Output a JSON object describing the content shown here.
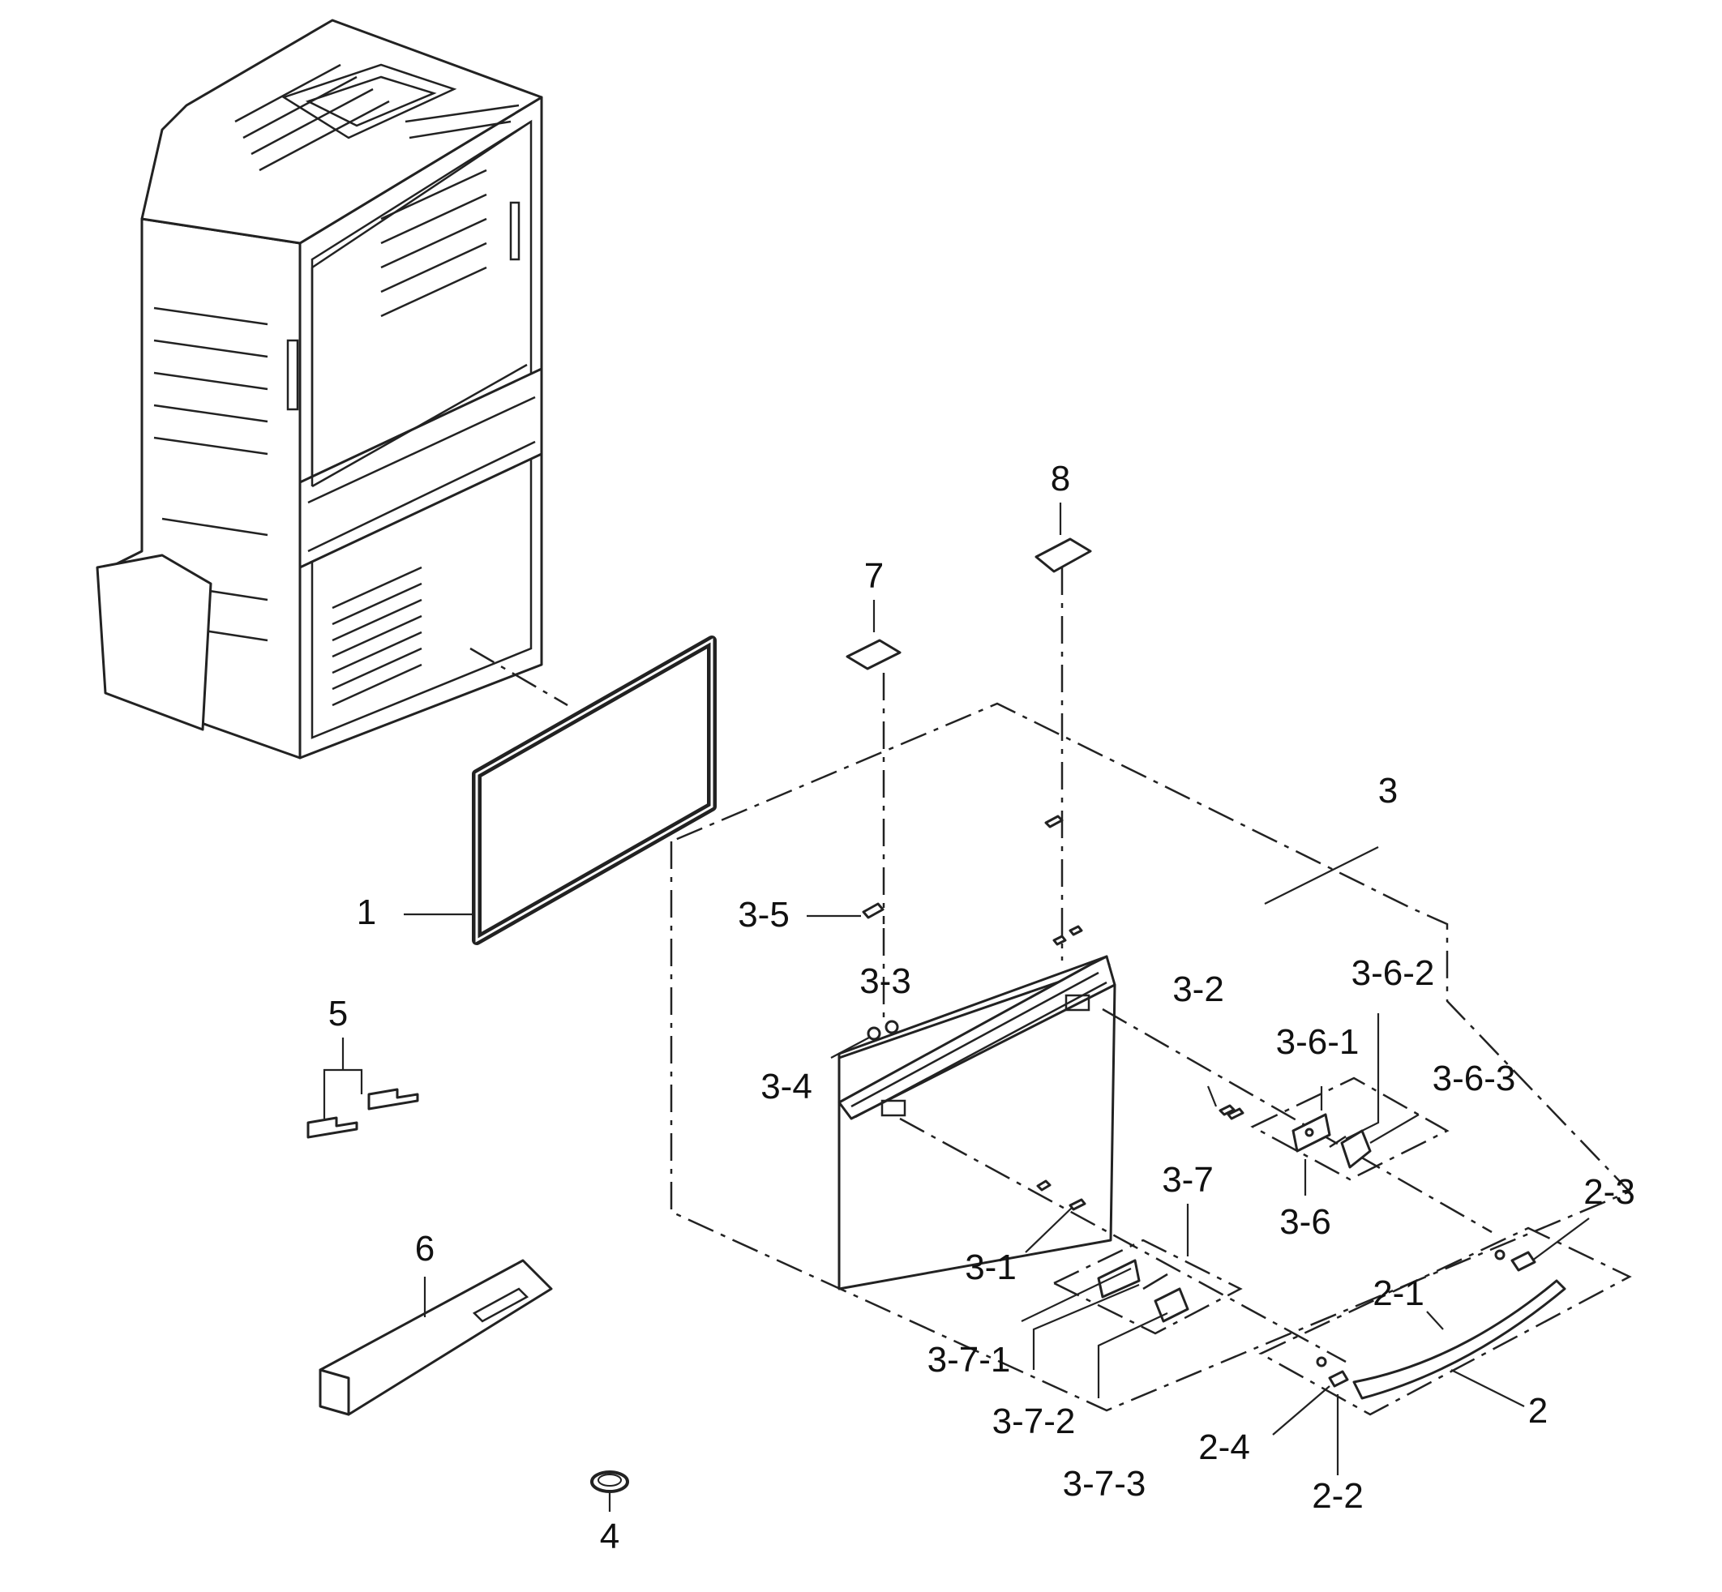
{
  "labels": {
    "p1": "1",
    "p2": "2",
    "p2_1": "2-1",
    "p2_2": "2-2",
    "p2_3": "2-3",
    "p2_4": "2-4",
    "p3": "3",
    "p3_1": "3-1",
    "p3_2": "3-2",
    "p3_3": "3-3",
    "p3_4": "3-4",
    "p3_5": "3-5",
    "p3_6": "3-6",
    "p3_6_1": "3-6-1",
    "p3_6_2": "3-6-2",
    "p3_6_3": "3-6-3",
    "p3_7": "3-7",
    "p3_7_1": "3-7-1",
    "p3_7_2": "3-7-2",
    "p3_7_3": "3-7-3",
    "p4": "4",
    "p5": "5",
    "p6": "6",
    "p7": "7",
    "p8": "8"
  },
  "icons": {
    "cabinet": "refrigerator-cabinet-icon",
    "gasket": "door-gasket-icon",
    "drawer_door": "drawer-door-icon",
    "handle": "door-handle-icon"
  }
}
